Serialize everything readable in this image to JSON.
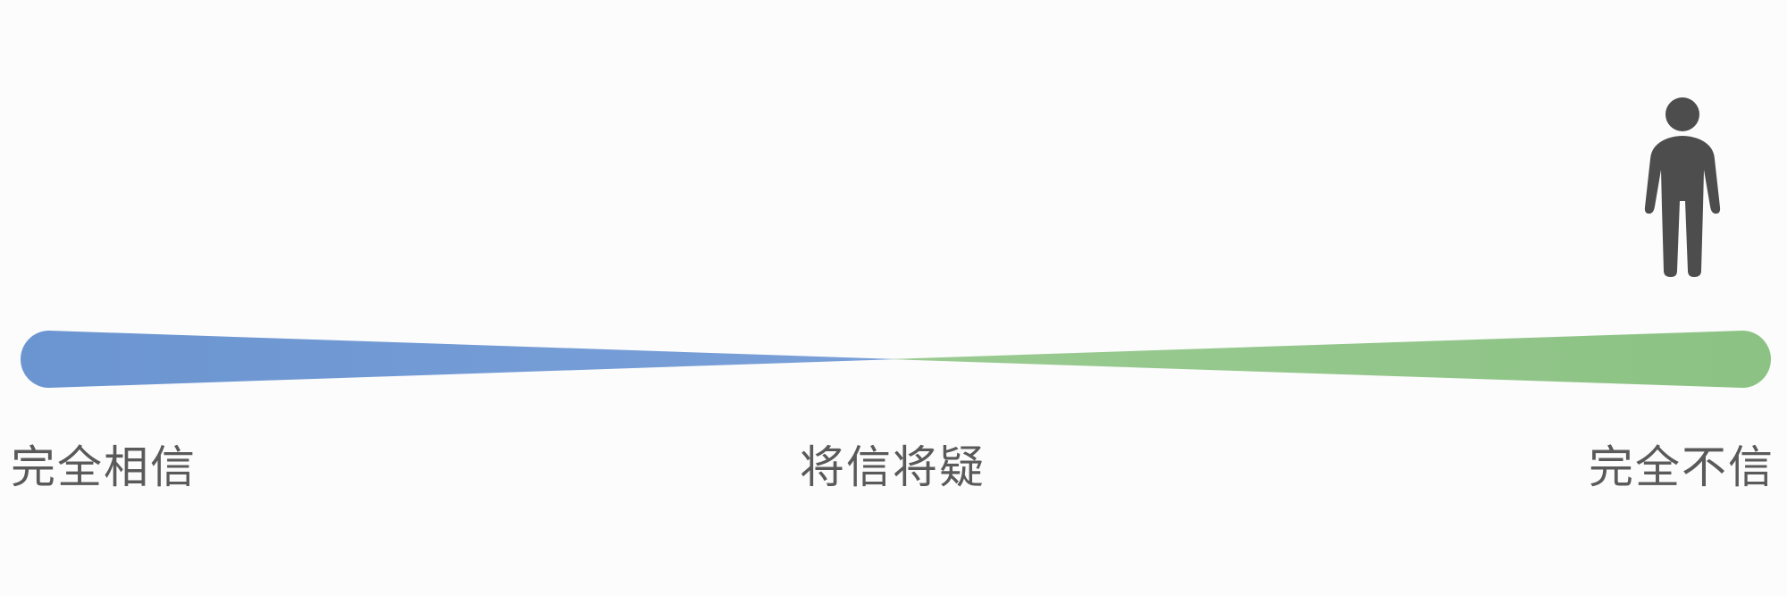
{
  "scale": {
    "left_label": "完全相信",
    "center_label": "将信将疑",
    "right_label": "完全不信",
    "left_color": "#6b95d1",
    "right_color": "#8cc284",
    "marker_position": 1.0,
    "marker_icon": "person-icon",
    "marker_color": "#4d4d4d"
  }
}
